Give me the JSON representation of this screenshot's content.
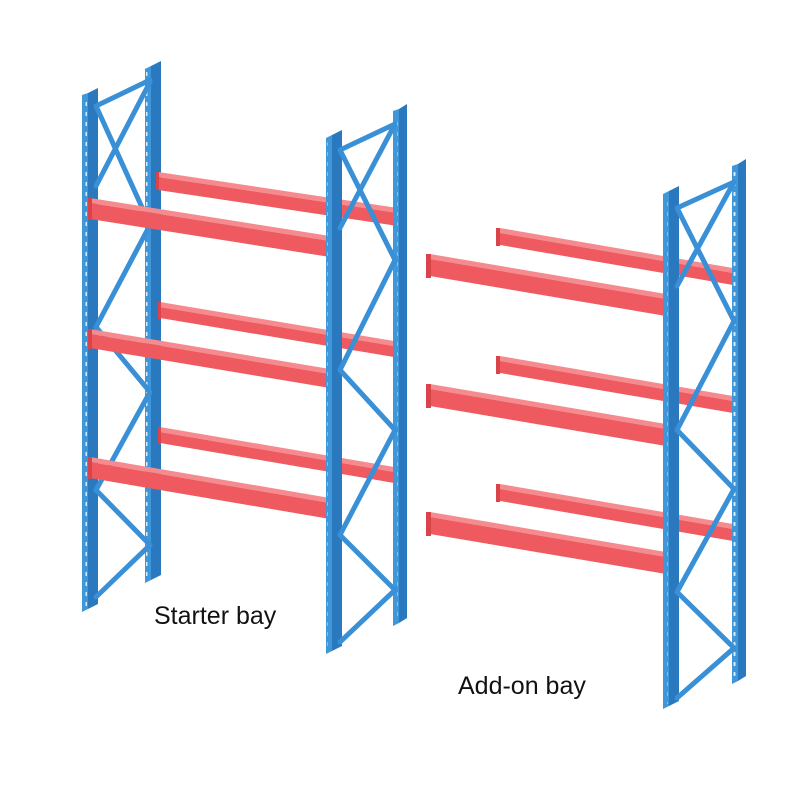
{
  "labels": {
    "starter_bay": "Starter bay",
    "add_on_bay": "Add-on bay"
  },
  "colors": {
    "upright_main": "#3f96d8",
    "upright_dark": "#2a78bd",
    "upright_light": "#6db7ec",
    "brace": "#3a90d6",
    "beam_main": "#ee5a5f",
    "beam_dark": "#d84449",
    "beam_light": "#f58b8e",
    "text": "#111111"
  },
  "icons": [
    "pallet-rack-upright-frame",
    "pallet-rack-beam"
  ]
}
